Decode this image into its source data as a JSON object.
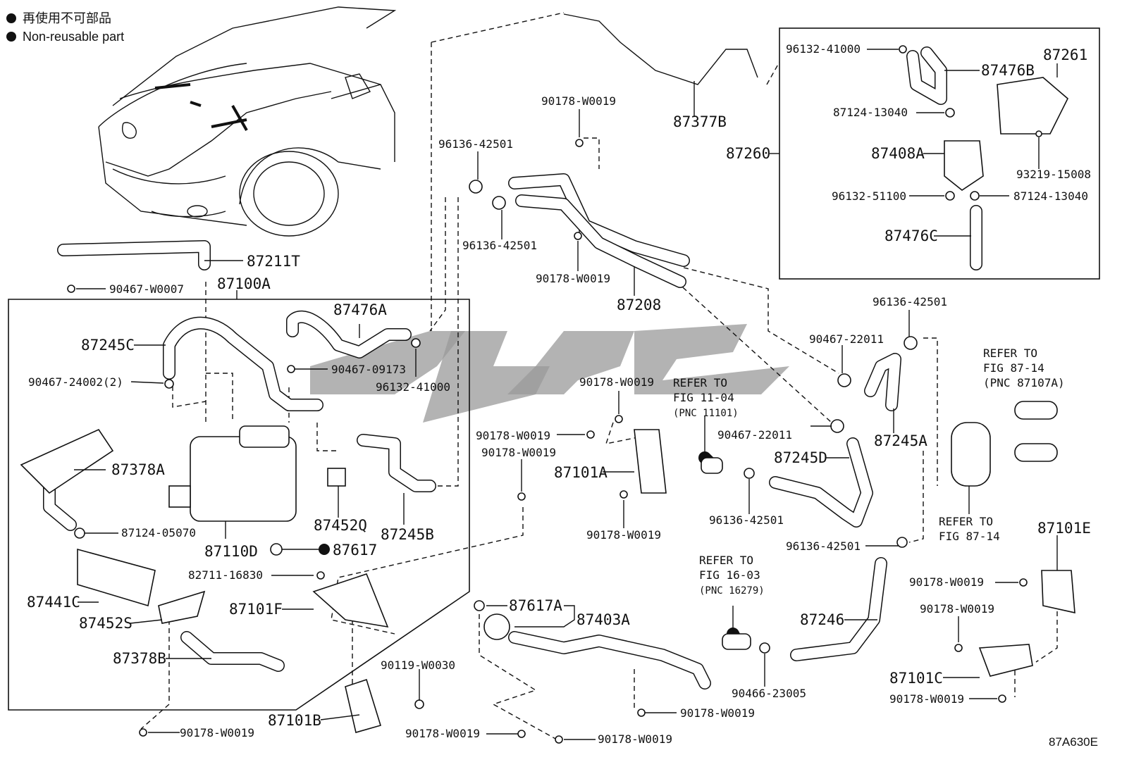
{
  "legend": {
    "line1": "再使用不可部品",
    "line2": "Non-reusable part"
  },
  "labels": {
    "p87211T": "87211T",
    "p90467W0007": "90467-W0007",
    "p87100A": "87100A",
    "p87245C": "87245C",
    "p87476A": "87476A",
    "p9046709173": "90467-09173",
    "p9046724002": "90467-24002(2)",
    "p9613241000a": "96132-41000",
    "p87378A": "87378A",
    "p87452Q": "87452Q",
    "p87245B": "87245B",
    "p8712405070": "87124-05070",
    "p87110D": "87110D",
    "p87617": "87617",
    "p8271116830": "82711-16830",
    "p87441C": "87441C",
    "p87452S": "87452S",
    "p87101F": "87101F",
    "p87378B": "87378B",
    "p87101B": "87101B",
    "p90178W0019_bl": "90178-W0019",
    "p90119W0030": "90119-W0030",
    "p90178W0019_bm": "90178-W0019",
    "p90178W0019_bb": "90178-W0019",
    "p87617A": "87617A",
    "p87403A": "87403A",
    "p90178W0019_b2": "90178-W0019",
    "p90178W0019_top": "90178-W0019",
    "p9613642501_a": "96136-42501",
    "p9613642501_b": "96136-42501",
    "p90178W0019_mid": "90178-W0019",
    "p87208": "87208",
    "p87377B": "87377B",
    "p90178W0019_c1": "90178-W0019",
    "p90178W0019_c2": "90178-W0019",
    "p90178W0019_c3": "90178-W0019",
    "p87101A": "87101A",
    "p90178W0019_c4": "90178-W0019",
    "refer1104_a": "REFER TO",
    "refer1104_b": "FIG 11-04",
    "refer1104_c": "(PNC 11101)",
    "p9046722011_a": "90467-22011",
    "p9046722011_b": "90467-22011",
    "p87245D": "87245D",
    "p9613642501_c": "96136-42501",
    "p9613642501_d": "96136-42501",
    "p9613642501_e": "96136-42501",
    "p87245A": "87245A",
    "refer8714a_a": "REFER TO",
    "refer8714a_b": "FIG 87-14",
    "refer8714a_c": "(PNC 87107A)",
    "refer8714b_a": "REFER TO",
    "refer8714b_b": "FIG 87-14",
    "p87101E": "87101E",
    "refer1603_a": "REFER TO",
    "refer1603_b": "FIG 16-03",
    "refer1603_c": "(PNC 16279)",
    "p87246": "87246",
    "p90466_23005": "90466-23005",
    "p90178W0019_e1": "90178-W0019",
    "p90178W0019_e2": "90178-W0019",
    "p87101C": "87101C",
    "p90178W0019_e3": "90178-W0019",
    "p9613241000b": "96132-41000",
    "p87476B": "87476B",
    "p87261": "87261",
    "p8712413040_a": "87124-13040",
    "p87408A": "87408A",
    "p87260": "87260",
    "p9321915008": "93219-15008",
    "p9613251100": "96132-51100",
    "p8712413040_b": "87124-13040",
    "p87476C": "87476C",
    "figure_code": "87A630E"
  },
  "icons": {
    "non_reusable_marker": "filled-circle-icon",
    "watermark": "brand-watermark"
  }
}
